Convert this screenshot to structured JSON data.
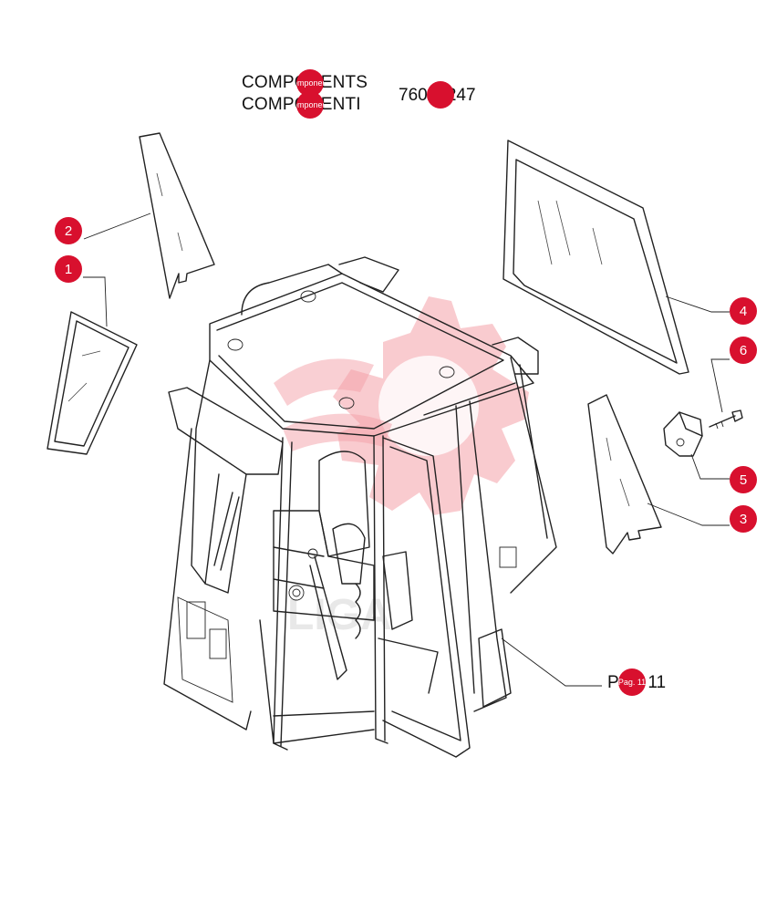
{
  "header": {
    "title_en": "COMPONENTS",
    "title_it": "COMPONENTI",
    "part_code": "76095247",
    "hotspot_label": "Components"
  },
  "reference": {
    "text": "Pag. 11",
    "hotspot_label": "Pag. 11"
  },
  "callouts": [
    {
      "number": "1"
    },
    {
      "number": "2"
    },
    {
      "number": "3"
    },
    {
      "number": "4"
    },
    {
      "number": "5"
    },
    {
      "number": "6"
    }
  ],
  "colors": {
    "accent": "#d8102e",
    "watermark": "#f4a0a8",
    "line": "#222222"
  }
}
